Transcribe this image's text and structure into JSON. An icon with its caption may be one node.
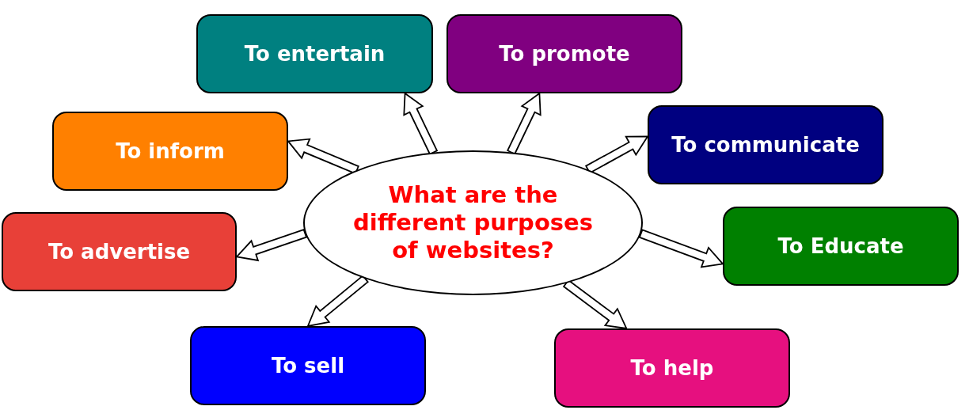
{
  "diagram": {
    "nodes": [
      {
        "text": [
          "What are the different purposes of websites?"
        ]
      },
      {
        "text": [
          "To entertain"
        ]
      },
      {
        "text": [
          "To promote"
        ]
      },
      {
        "text": [
          "To inform"
        ]
      },
      {
        "text": [
          "To communicate"
        ]
      },
      {
        "text": [
          "To advertise"
        ]
      },
      {
        "text": [
          "To Educate"
        ]
      },
      {
        "text": [
          "To sell"
        ]
      },
      {
        "text": [
          "To help"
        ]
      }
    ],
    "edges": [
      {
        "from": 0,
        "to": 1,
        "arrow": "to"
      },
      {
        "from": 0,
        "to": 2,
        "arrow": "to"
      },
      {
        "from": 0,
        "to": 3,
        "arrow": "to"
      },
      {
        "from": 0,
        "to": 4,
        "arrow": "to"
      },
      {
        "from": 0,
        "to": 5,
        "arrow": "to"
      },
      {
        "from": 0,
        "to": 6,
        "arrow": "to"
      },
      {
        "from": 0,
        "to": 7,
        "arrow": "to"
      },
      {
        "from": 0,
        "to": 8,
        "arrow": "to"
      }
    ]
  }
}
